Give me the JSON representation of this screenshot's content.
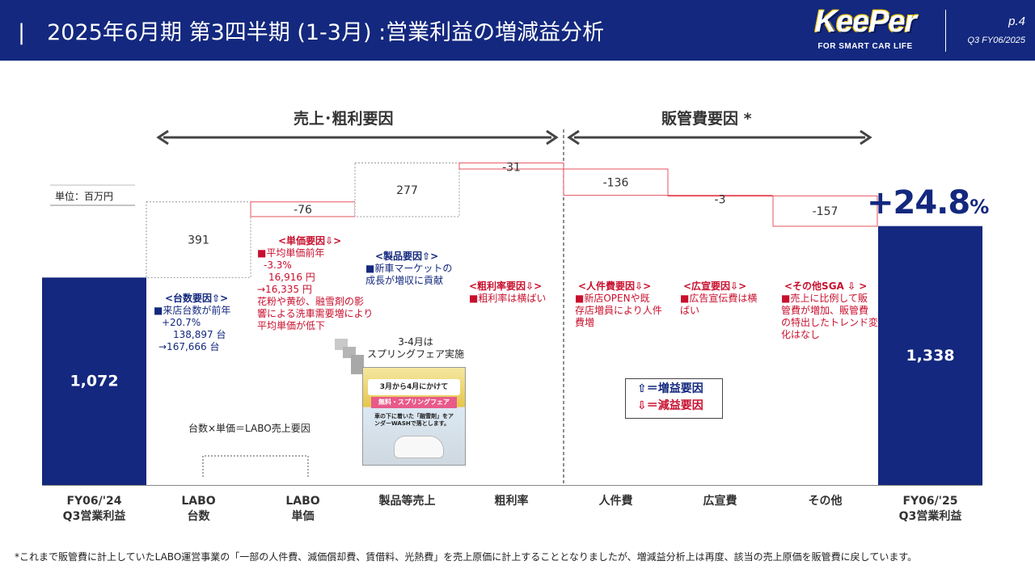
{
  "header": {
    "title": "|　2025年6月期 第3四半期 (1-3月) :営業利益の増減益分析",
    "logo_text": "KeePer",
    "logo_tagline": "FOR SMART CAR LIFE",
    "page": "p.4",
    "period": "Q3 FY06/2025"
  },
  "sections": {
    "sales": "売上･粗利要因",
    "sga": "販管費要因 *"
  },
  "unit_label": "単位：百万円",
  "growth_label": "+24.8%",
  "growth_number": "+24.8",
  "growth_pct": "%",
  "chart_data": {
    "type": "waterfall",
    "unit": "百万円",
    "categories": [
      "FY06/'24\nQ3営業利益",
      "LABO\n台数",
      "LABO\n単価",
      "製品等売上",
      "粗利率",
      "人件費",
      "広宣費",
      "その他",
      "FY06/'25\nQ3営業利益"
    ],
    "values": [
      1072,
      391,
      -76,
      277,
      -31,
      -136,
      -3,
      -157,
      1338
    ],
    "measures": [
      "absolute",
      "relative",
      "relative",
      "relative",
      "relative",
      "relative",
      "relative",
      "relative",
      "total"
    ],
    "value_labels": [
      "1,072",
      "391",
      "-76",
      "277",
      "-31",
      "-136",
      "-3",
      "-157",
      "1,338"
    ],
    "colors": {
      "total": "#13287e",
      "increase": "#9a9a9a",
      "decrease": "#e8535f"
    }
  },
  "annotations": {
    "labo_count": {
      "title": "<台数要因⇧>",
      "lines": [
        "■来店台数が前年",
        "  +20.7%",
        "    138,897 台",
        "  →167,666 台"
      ]
    },
    "labo_price": {
      "title": "<単価要因⇩>",
      "lines": [
        "■平均単価前年",
        "  -3.3%",
        "    16,916  円",
        "  →16,335  円",
        "花粉や黄砂、融雪剤の影",
        "響による洗車需要増により",
        "平均単価が低下"
      ]
    },
    "product": {
      "title": "<製品要因⇧>",
      "lines": [
        "■新車マーケットの",
        "成長が増収に貢献"
      ]
    },
    "gross_margin": {
      "title": "<粗利率要因⇩>",
      "lines": [
        "■粗利率は横ばい"
      ]
    },
    "personnel": {
      "title": "<人件費要因⇩>",
      "lines": [
        "■新店OPENや既",
        "存店増員により人件",
        "費増"
      ]
    },
    "advertising": {
      "title": "<広宣要因⇩>",
      "lines": [
        "■広告宣伝費は横",
        "ばい"
      ]
    },
    "other": {
      "title": "<その他SGA ⇩ >",
      "lines": [
        "■売上に比例して販",
        "管費が増加、販管費",
        "の特出したトレンド変",
        "化はなし"
      ]
    },
    "spring_fair": [
      "3-4月は",
      "スプリングフェア実施"
    ],
    "labo_total": "台数×単価＝LABO売上要因"
  },
  "promo_image": {
    "headline": "3月から4月にかけて",
    "badge": "無料・スプリングフェア",
    "body": "車の下に着いた「融雪剤」をアンダーWASHで落とします。"
  },
  "legend": {
    "increase": "⇧＝増益要因",
    "decrease": "⇩＝減益要因"
  },
  "footnote": "*これまで販管費に計上していたLABO運営事業の「一部の人件費、減価償却費、賃借料、光熱費」を売上原価に計上することとなりましたが、増減益分析上は再度、該当の売上原価を販管費に戻しています。"
}
